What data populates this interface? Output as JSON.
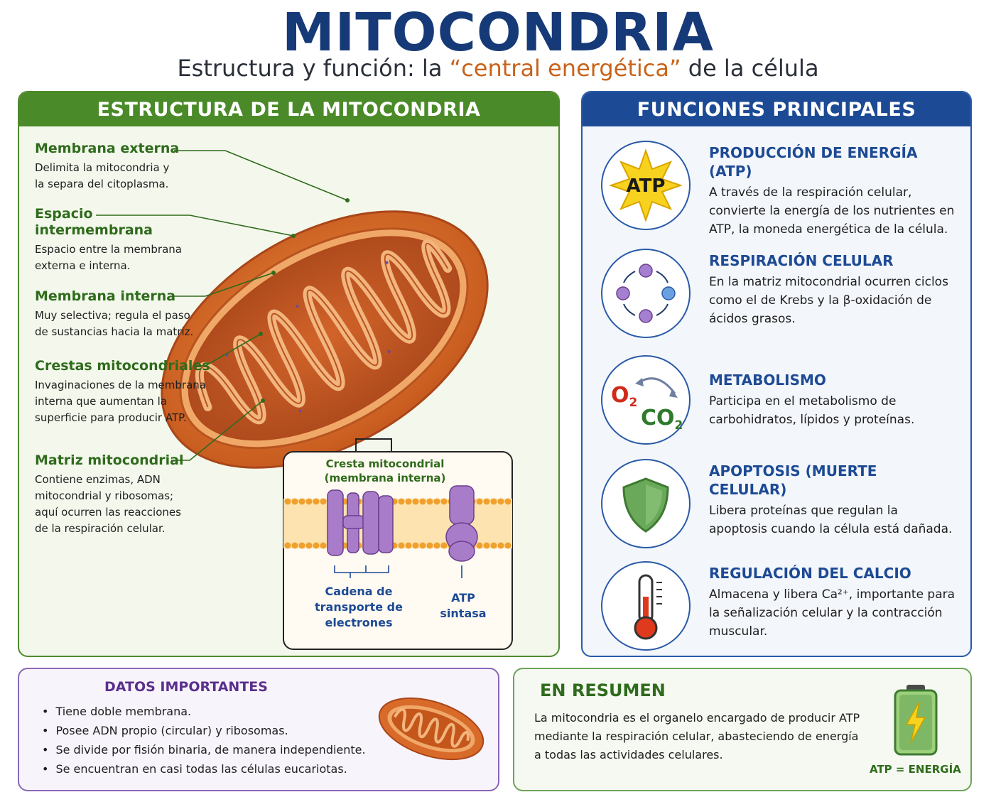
{
  "header": {
    "title": "MITOCONDRIA",
    "subtitle_before": "Estructura y función: la ",
    "subtitle_accent": "“central energética”",
    "subtitle_after": " de la célula"
  },
  "structure": {
    "heading": "ESTRUCTURA DE LA MITOCONDRIA",
    "labels": [
      {
        "name": "Membrana externa",
        "desc": "Delimita la mitocondria y la separa del citoplasma."
      },
      {
        "name": "Espacio intermembrana",
        "desc": "Espacio entre la membrana externa e interna."
      },
      {
        "name": "Membrana interna",
        "desc": "Muy selectiva; regula el paso de sustancias hacia la matriz."
      },
      {
        "name": "Crestas mitocondriales",
        "desc": "Invaginaciones de la membrana interna que aumentan la superficie para producir ATP."
      },
      {
        "name": "Matriz mitocondrial",
        "desc": "Contiene enzimas, ADN mitocondrial y ribosomas; aquí ocurren las reacciones de la respiración celular."
      }
    ],
    "inset": {
      "title_line1": "Cresta mitocondrial",
      "title_line2": "(membrana interna)",
      "etc_line1": "Cadena de",
      "etc_line2": "transporte de",
      "etc_line3": "electrones",
      "atp_line1": "ATP",
      "atp_line2": "sintasa"
    }
  },
  "functions": {
    "heading": "FUNCIONES PRINCIPALES",
    "items": [
      {
        "title": "PRODUCCIÓN DE ENERGÍA (ATP)",
        "desc": "A través de la respiración celular, convierte la energía de los nutrientes en ATP, la moneda energética de la célula.",
        "icon": "atp-star-icon",
        "icon_text": "ATP"
      },
      {
        "title": "RESPIRACIÓN CELULAR",
        "desc": "En la matriz mitocondrial ocurren ciclos como el de Krebs y la β-oxidación de ácidos grasos.",
        "icon": "cycle-icon"
      },
      {
        "title": "METABOLISMO",
        "desc": "Participa en el metabolismo de carbohidratos, lípidos y proteínas.",
        "icon": "o2-co2-icon",
        "icon_o2": "O",
        "icon_co2": "CO",
        "icon_sub": "2"
      },
      {
        "title": "APOPTOSIS (MUERTE CELULAR)",
        "desc": "Libera proteínas que regulan la apoptosis cuando la célula está dañada.",
        "icon": "shield-icon"
      },
      {
        "title": "REGULACIÓN DEL CALCIO",
        "desc": "Almacena y libera Ca²⁺, importante para la señalización celular y la contracción muscular.",
        "icon": "thermometer-icon"
      }
    ]
  },
  "datos": {
    "heading": "DATOS IMPORTANTES",
    "items": [
      "Tiene doble membrana.",
      "Posee ADN propio (circular) y ribosomas.",
      "Se divide por fisión binaria, de manera independiente.",
      "Se encuentran en casi todas las células eucariotas."
    ]
  },
  "resumen": {
    "heading": "EN RESUMEN",
    "text": "La mitocondria es el organelo encargado de producir ATP mediante la respiración celular, abasteciendo de energía a todas las actividades celulares.",
    "battery_label": "ATP = ENERGÍA"
  },
  "colors": {
    "title": "#163a77",
    "accent": "#c8631a",
    "structure_green": "#4a8a28",
    "functions_blue": "#1d4a94",
    "datos_purple": "#5a2f8c",
    "mito_orange": "#d86a2a"
  }
}
